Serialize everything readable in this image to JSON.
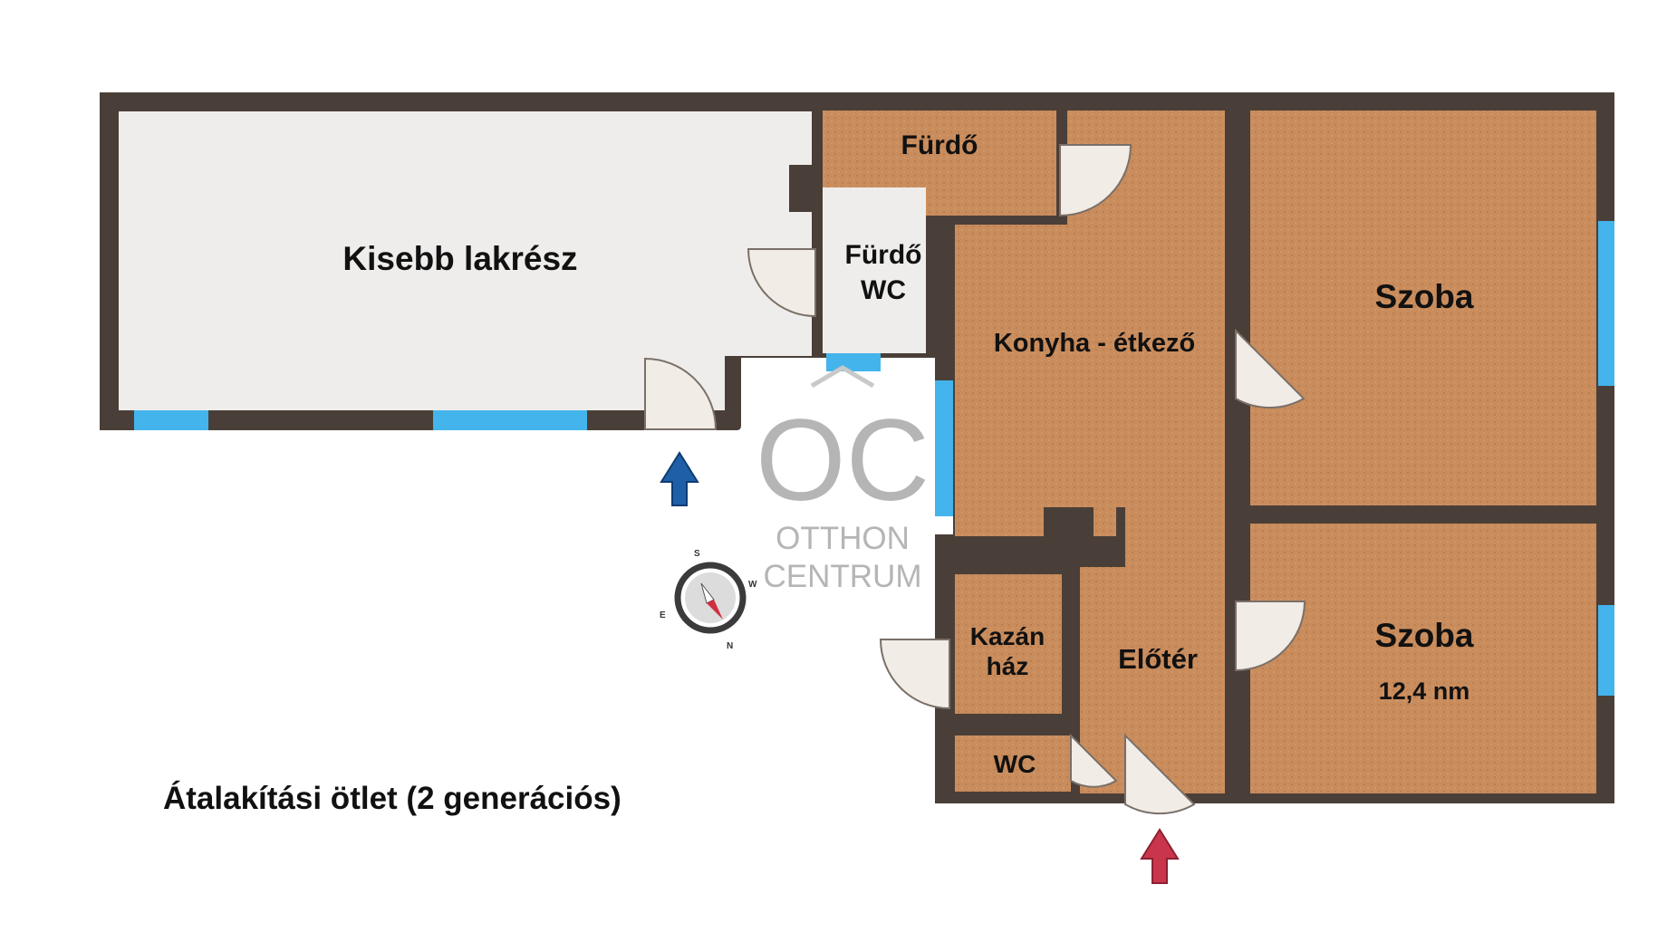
{
  "colors": {
    "wall": "#4a3f38",
    "wood": "#c98c5c",
    "light_floor": "#efedeb",
    "window": "#44b4ec",
    "door": "#f2ece6",
    "arrow_blue": "#1f5fa8",
    "arrow_red": "#c9364c",
    "logo_gray": "#b5b5b5"
  },
  "rooms": {
    "kisebb_lakresz": "Kisebb lakrész",
    "furdo_top": "Fürdő",
    "furdo_wc_line1": "Fürdő",
    "furdo_wc_line2": "WC",
    "konyha": "Konyha - étkező",
    "szoba_upper": "Szoba",
    "szoba_lower": "Szoba",
    "szoba_lower_area": "12,4 nm",
    "kazan_line1": "Kazán",
    "kazan_line2": "ház",
    "eloter": "Előtér",
    "wc": "WC"
  },
  "logo": {
    "monogram": "OC",
    "line1": "OTTHON",
    "line2": "CENTRUM"
  },
  "compass": {
    "s": "S",
    "w": "W",
    "n": "N",
    "e": "E"
  },
  "caption": "Átalakítási ötlet (2 generációs)"
}
